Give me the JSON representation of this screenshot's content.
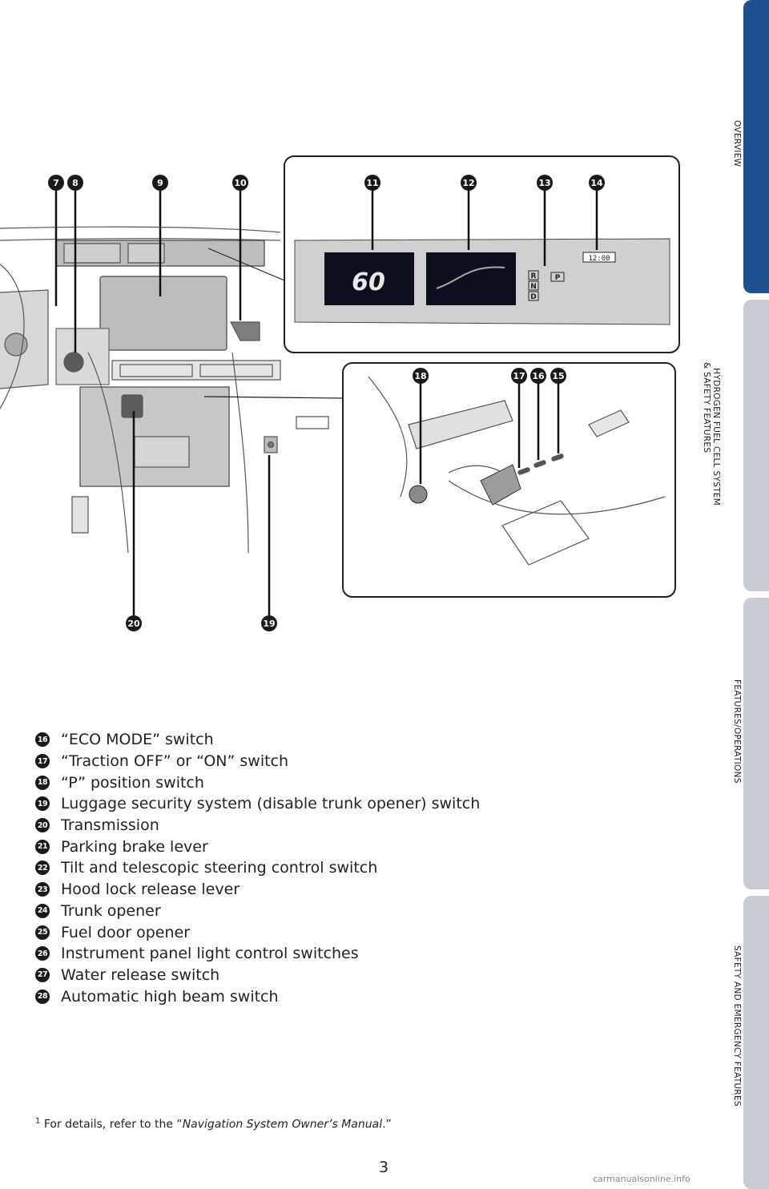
{
  "tabs": [
    {
      "label": "OVERVIEW",
      "active": true
    },
    {
      "label": "HYDROGEN FUEL CELL SYSTEM\n& SAFETY FEATURES",
      "active": false
    },
    {
      "label": "FEATURES/OPERATIONS",
      "active": false
    },
    {
      "label": "SAFETY AND EMERGENCY FEATURES",
      "active": false
    }
  ],
  "diagram": {
    "callouts": [
      "7",
      "8",
      "9",
      "10",
      "11",
      "12",
      "13",
      "14",
      "15",
      "16",
      "17",
      "18",
      "19",
      "20"
    ],
    "display": {
      "speed": "60",
      "gear_letters": [
        "R",
        "N",
        "D"
      ],
      "park_indicator": "P",
      "clock": "12:00"
    }
  },
  "legend": [
    {
      "num": "16",
      "text": "“ECO MODE” switch"
    },
    {
      "num": "17",
      "text": "“Traction OFF” or “ON” switch"
    },
    {
      "num": "18",
      "text": "“P” position switch"
    },
    {
      "num": "19",
      "text": "Luggage security system (disable trunk opener) switch"
    },
    {
      "num": "20",
      "text": "Transmission"
    },
    {
      "num": "21",
      "text": "Parking brake lever"
    },
    {
      "num": "22",
      "text": "Tilt and telescopic steering control switch"
    },
    {
      "num": "23",
      "text": "Hood lock release lever"
    },
    {
      "num": "24",
      "text": "Trunk opener"
    },
    {
      "num": "25",
      "text": "Fuel door opener"
    },
    {
      "num": "26",
      "text": "Instrument panel light control switches"
    },
    {
      "num": "27",
      "text": "Water release switch"
    },
    {
      "num": "28",
      "text": "Automatic high beam switch"
    }
  ],
  "footnote": {
    "marker": "1",
    "before": "For details, refer to the “",
    "ref": "Navigation System Owner’s Manual",
    "after": ".”"
  },
  "page_number": "3",
  "watermark": "carmanualsonline.info",
  "colors": {
    "active_tab": "#1e4f8f",
    "inactive_tab": "#c9ccd3",
    "callout": "#1a1a1a"
  }
}
